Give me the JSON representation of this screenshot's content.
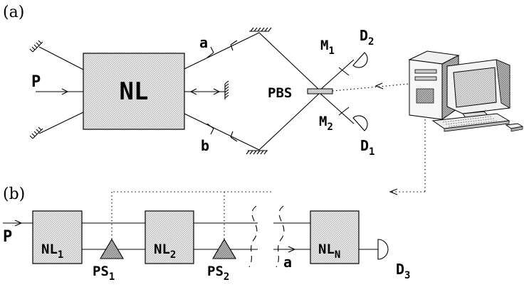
{
  "panels": {
    "a": "(a)",
    "b": "(b)"
  },
  "top": {
    "nl": "NL",
    "pump": "P",
    "arm_a": "a",
    "arm_b": "b",
    "pbs": "PBS",
    "m1": "M",
    "m1_sub": "1",
    "m2": "M",
    "m2_sub": "2",
    "d2": "D",
    "d2_sub": "2",
    "d1": "D",
    "d1_sub": "1"
  },
  "bottom": {
    "pump": "P",
    "nl1": "NL",
    "nl1_sub": "1",
    "nl2": "NL",
    "nl2_sub": "2",
    "nln": "NL",
    "nln_sub": "N",
    "ps1": "PS",
    "ps1_sub": "1",
    "ps2": "PS",
    "ps2_sub": "2",
    "arm_a": "a",
    "d3": "D",
    "d3_sub": "3"
  },
  "icons": [
    "computer-icon",
    "mirror-icon",
    "detector-icon",
    "phase-shifter-icon",
    "beam-splitter-icon"
  ]
}
